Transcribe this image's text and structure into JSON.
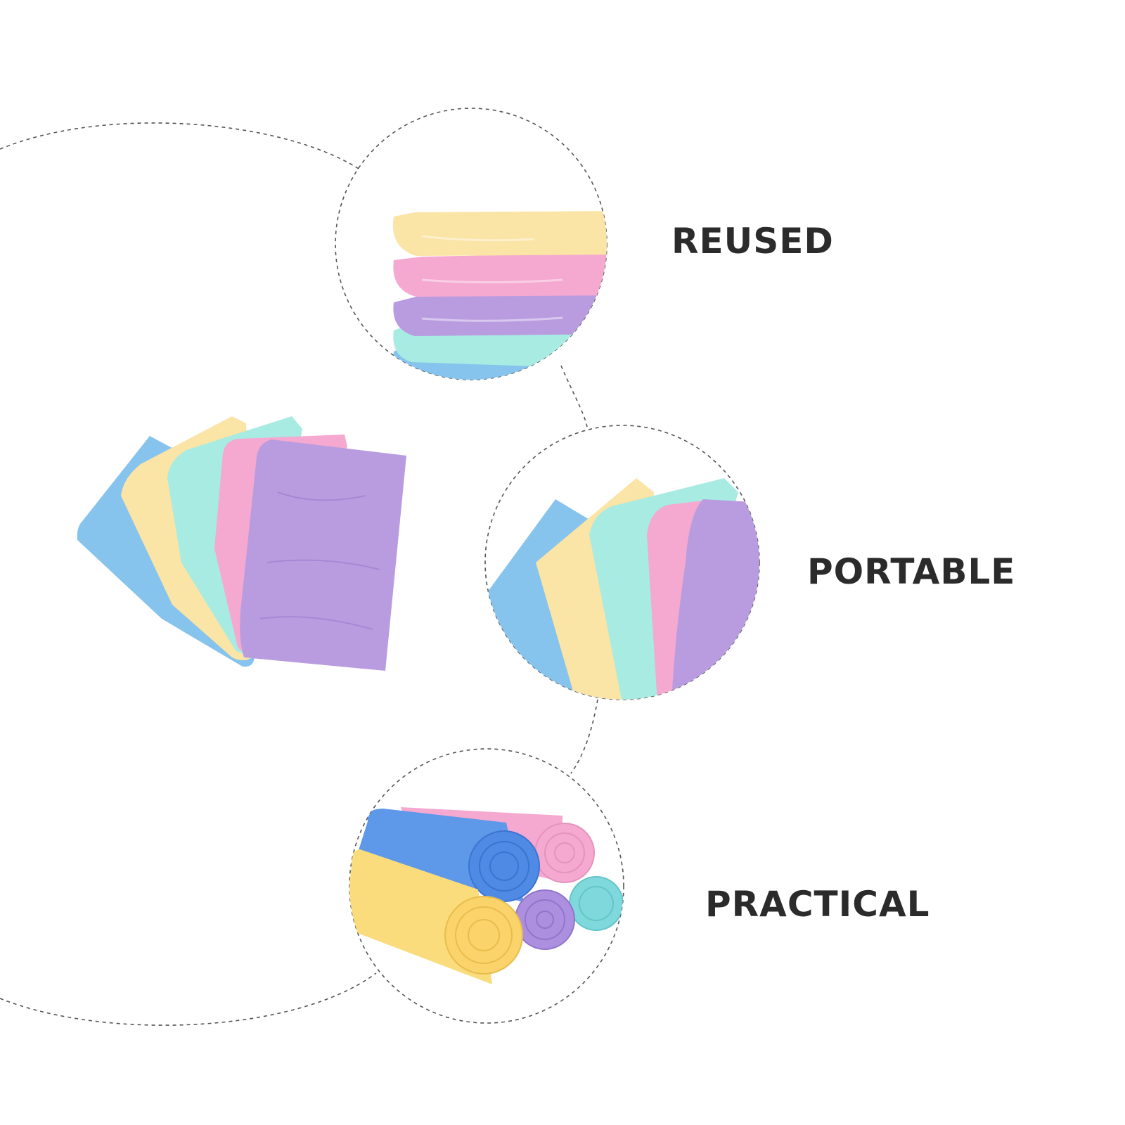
{
  "features": {
    "reused": "REUSED",
    "portable": "PORTABLE",
    "practical": "PRACTICAL"
  },
  "colors": {
    "blue": "#86c4ee",
    "yellow": "#fae4a6",
    "mint": "#a7ebe2",
    "pink": "#f5a8d0",
    "purple": "#b99ce0",
    "text": "#2b2b2b",
    "dashed_line": "#555555"
  },
  "icons": {
    "hero": "towel-fan-image",
    "reused": "stacked-towels-image",
    "portable": "towel-fan-image",
    "practical": "rolled-towels-image"
  }
}
